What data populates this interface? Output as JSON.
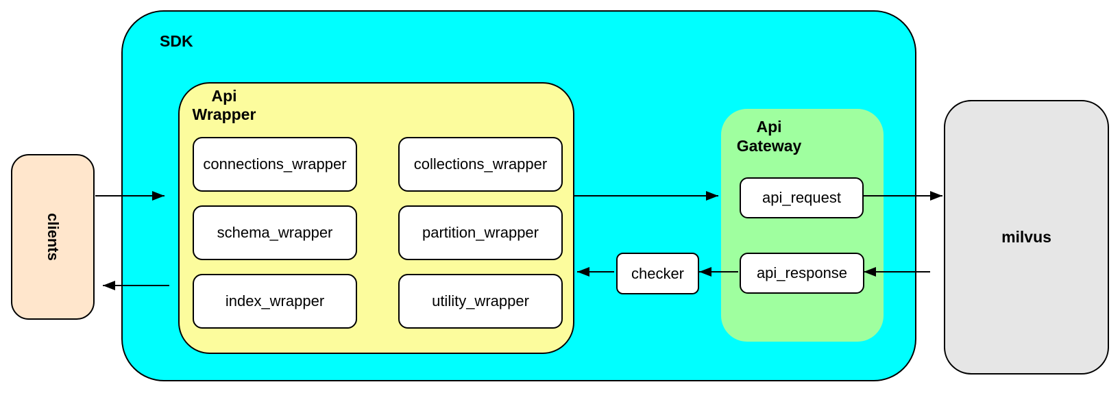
{
  "colors": {
    "canvas-bg": "#FFFFFF",
    "sdk-fill": "#00FFFF",
    "wrapper-fill": "#FCFC9D",
    "gateway-fill": "#9FFF9F",
    "clients-fill": "#FFE6CC",
    "milvus-fill": "#E6E6E6",
    "module-fill": "#FFFFFF",
    "stroke": "#000000",
    "text": "#000000"
  },
  "diagram": {
    "clients": {
      "label": "clients"
    },
    "sdk": {
      "label": "SDK",
      "api_wrapper": {
        "label_line1": "Api",
        "label_line2": "Wrapper",
        "modules": [
          {
            "label": "connections_wrapper"
          },
          {
            "label": "collections_wrapper"
          },
          {
            "label": "schema_wrapper"
          },
          {
            "label": "partition_wrapper"
          },
          {
            "label": "index_wrapper"
          },
          {
            "label": "utility_wrapper"
          }
        ]
      },
      "checker": {
        "label": "checker"
      },
      "api_gateway": {
        "label_line1": "Api",
        "label_line2": "Gateway",
        "modules": [
          {
            "label": "api_request"
          },
          {
            "label": "api_response"
          }
        ]
      }
    },
    "milvus": {
      "label": "milvus"
    }
  }
}
